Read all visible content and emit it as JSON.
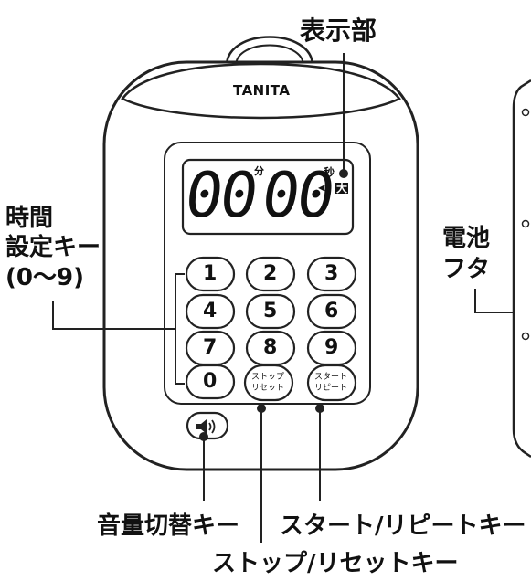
{
  "brand": "TANITA",
  "display": {
    "digits_left": "00",
    "digits_right": "00",
    "minute_mark": "分",
    "second_mark": "秒",
    "volume_mark": "大"
  },
  "keys": {
    "numbers": [
      "1",
      "2",
      "3",
      "4",
      "5",
      "6",
      "7",
      "8",
      "9",
      "0"
    ],
    "stop_reset": [
      "ストップ",
      "リセット"
    ],
    "start_repeat": [
      "スタート",
      "リピート"
    ]
  },
  "callouts": {
    "display": "表示部",
    "time_keys": [
      "時間",
      "設定キー",
      "(0〜9)"
    ],
    "battery_cover": [
      "電池",
      "フタ"
    ],
    "volume_key": "音量切替キー",
    "start_repeat_key": "スタート/リピートキー",
    "stop_reset_key": "ストップ/リセットキー"
  }
}
